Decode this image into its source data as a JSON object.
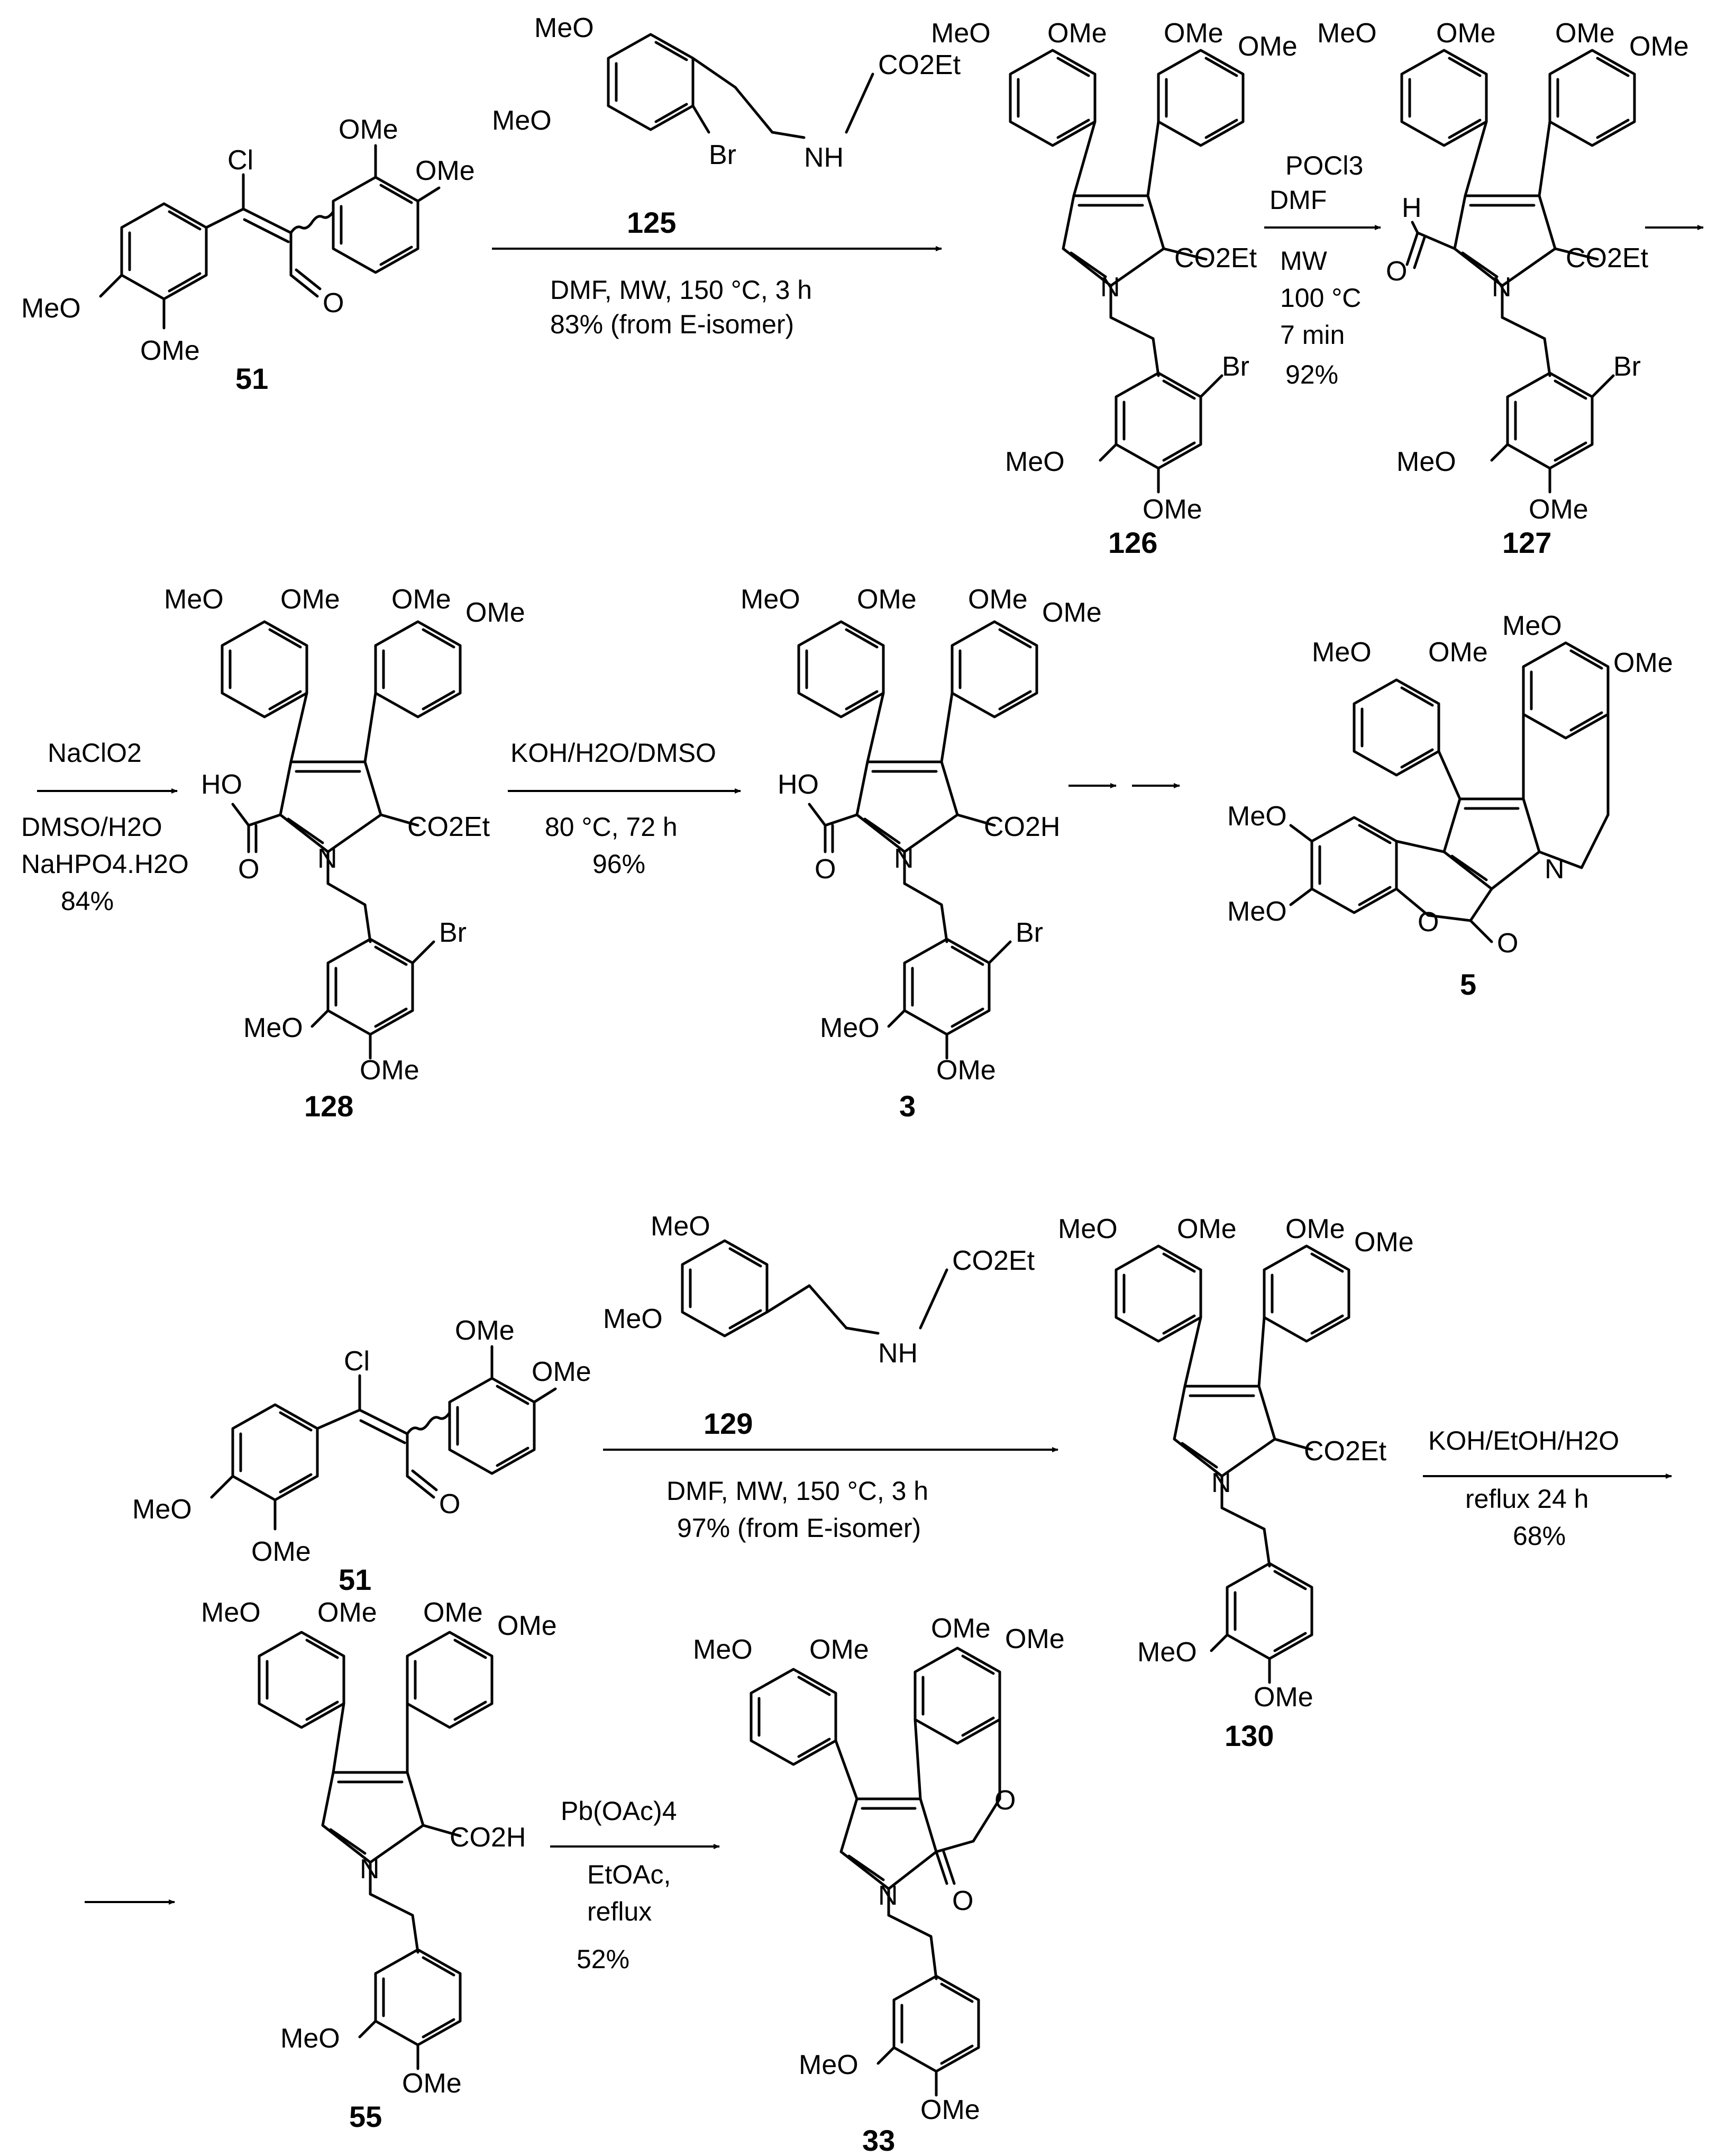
{
  "compounds": [
    {
      "id": "51",
      "subs": [
        "Cl",
        "OMe",
        "OMe",
        "MeO",
        "OMe",
        "O"
      ]
    },
    {
      "id": "125",
      "subs": [
        "MeO",
        "MeO",
        "CO2Et",
        "NH",
        "Br"
      ]
    },
    {
      "id": "126",
      "subs": [
        "MeO",
        "OMe",
        "OMe",
        "OMe",
        "CO2Et",
        "N",
        "Br",
        "MeO",
        "OMe"
      ]
    },
    {
      "id": "127",
      "subs": [
        "MeO",
        "OMe",
        "OMe",
        "OMe",
        "H",
        "O",
        "CO2Et",
        "N",
        "Br",
        "MeO",
        "OMe"
      ]
    },
    {
      "id": "128",
      "subs": [
        "MeO",
        "OMe",
        "OMe",
        "OMe",
        "HO",
        "O",
        "CO2Et",
        "N",
        "Br",
        "MeO",
        "OMe"
      ]
    },
    {
      "id": "3",
      "subs": [
        "MeO",
        "OMe",
        "OMe",
        "OMe",
        "HO",
        "O",
        "CO2H",
        "N",
        "Br",
        "MeO",
        "OMe"
      ]
    },
    {
      "id": "5",
      "subs": [
        "MeO",
        "OMe",
        "MeO",
        "OMe",
        "N",
        "MeO",
        "MeO",
        "O",
        "O"
      ]
    },
    {
      "id": "51",
      "subs": [
        "Cl",
        "OMe",
        "OMe",
        "MeO",
        "OMe",
        "O"
      ]
    },
    {
      "id": "129",
      "subs": [
        "MeO",
        "MeO",
        "CO2Et",
        "NH"
      ]
    },
    {
      "id": "130",
      "subs": [
        "MeO",
        "OMe",
        "OMe",
        "OMe",
        "CO2Et",
        "N",
        "MeO",
        "OMe"
      ]
    },
    {
      "id": "55",
      "subs": [
        "MeO",
        "OMe",
        "OMe",
        "OMe",
        "CO2H",
        "N",
        "MeO",
        "OMe"
      ]
    },
    {
      "id": "33",
      "subs": [
        "MeO",
        "OMe",
        "OMe",
        "OMe",
        "O",
        "O",
        "N",
        "MeO",
        "OMe"
      ]
    }
  ],
  "reactions": [
    {
      "above": [],
      "below": [
        "DMF, MW, 150 °C, 3 h",
        "83% (from E-isomer)"
      ]
    },
    {
      "above": [
        "POCl3",
        "DMF"
      ],
      "below": [
        "MW",
        "100 °C",
        "7 min",
        "92%"
      ]
    },
    {
      "above": [],
      "below": []
    },
    {
      "above": [
        "NaClO2"
      ],
      "below": [
        "DMSO/H2O",
        "NaHPO4.H2O",
        "84%"
      ]
    },
    {
      "above": [
        "KOH/H2O/DMSO"
      ],
      "below": [
        "80 °C, 72 h",
        "96%"
      ]
    },
    {
      "above": [],
      "below": []
    },
    {
      "above": [],
      "below": [
        "DMF, MW, 150 °C, 3 h",
        "97% (from E-isomer)"
      ]
    },
    {
      "above": [
        "KOH/EtOH/H2O"
      ],
      "below": [
        "reflux 24 h",
        "68%"
      ]
    },
    {
      "above": [],
      "below": []
    },
    {
      "above": [
        "Pb(OAc)4"
      ],
      "below": [
        "EtOAc,",
        "reflux",
        "52%"
      ]
    }
  ]
}
